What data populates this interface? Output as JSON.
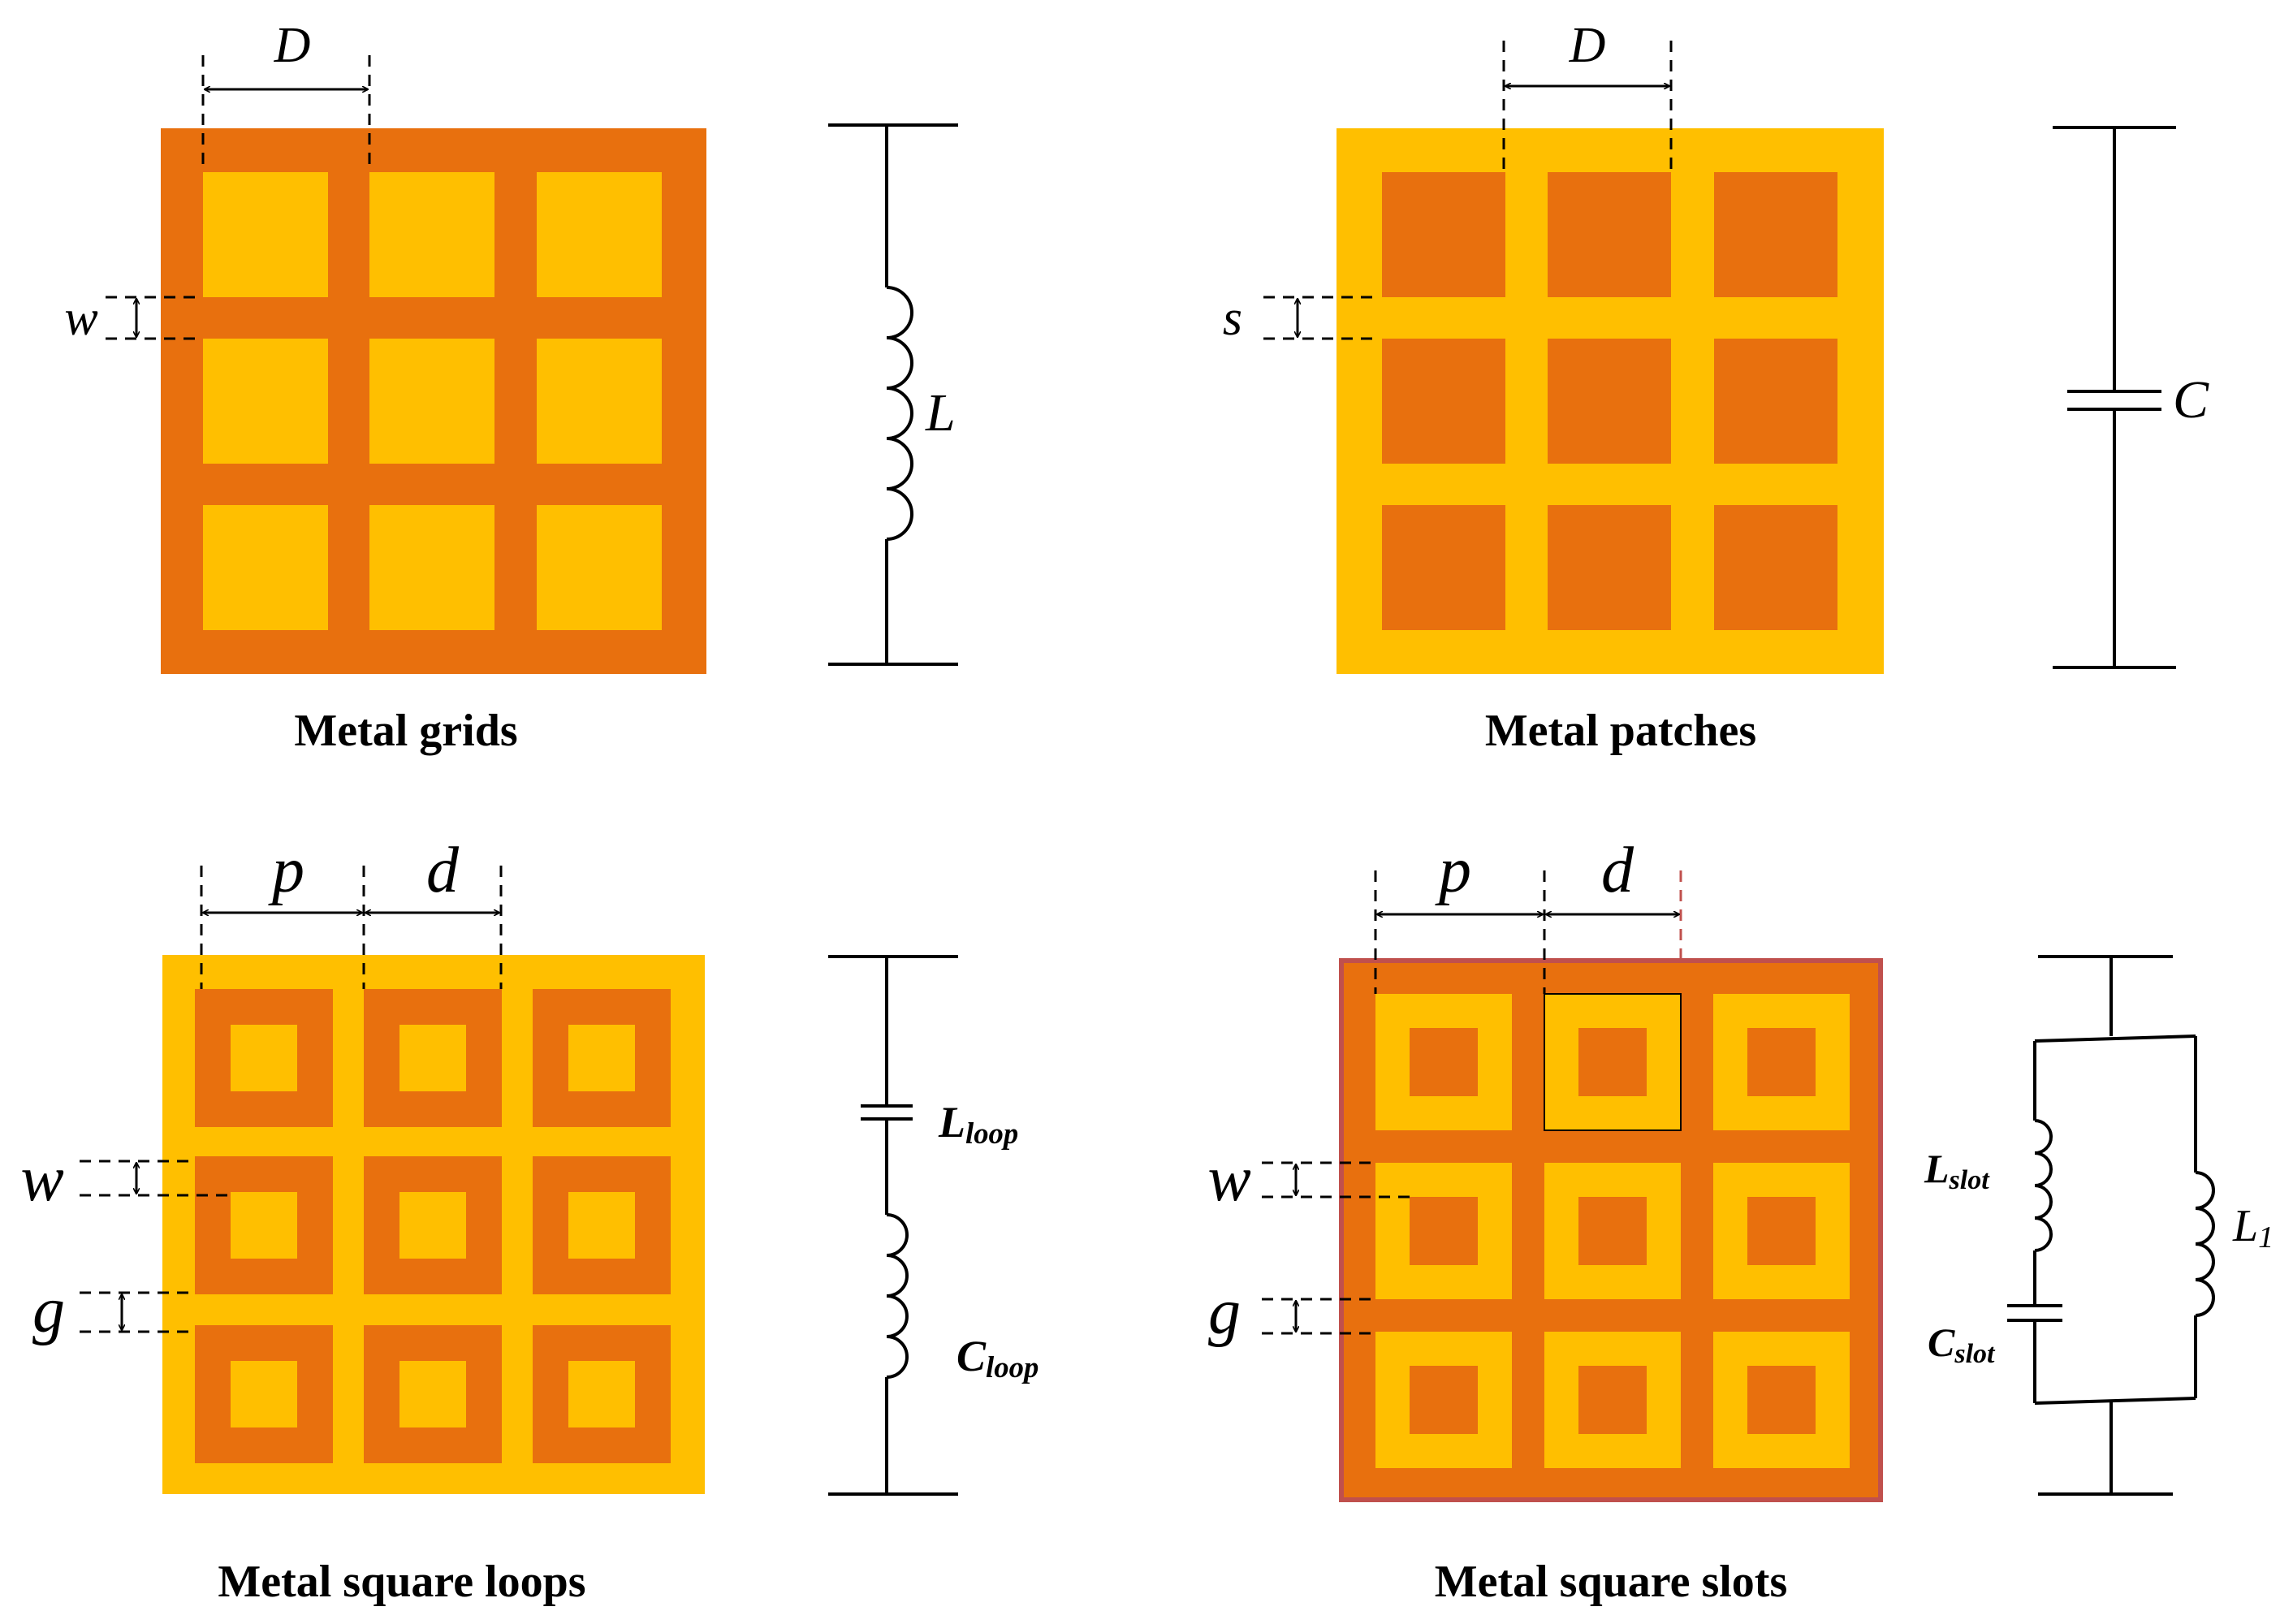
{
  "colors": {
    "dark_orange": "#E8700E",
    "gold": "#FFBF00",
    "slot_border": "#C0504D",
    "line": "#000000"
  },
  "panels": {
    "grids": {
      "caption": "Metal grids",
      "dim_D": "D",
      "dim_w": "w",
      "component": "L"
    },
    "patches": {
      "caption": "Metal patches",
      "dim_D": "D",
      "dim_s": "s",
      "component": "C"
    },
    "loops": {
      "caption": "Metal square loops",
      "dim_p": "p",
      "dim_d": "d",
      "dim_w": "w",
      "dim_g": "g",
      "comp1_main": "L",
      "comp1_sub": "loop",
      "comp2_main": "C",
      "comp2_sub": "loop"
    },
    "slots": {
      "caption": "Metal square slots",
      "dim_p": "p",
      "dim_d": "d",
      "dim_w": "w",
      "dim_g": "g",
      "comp1_main": "L",
      "comp1_sub": "slot",
      "comp2_main": "C",
      "comp2_sub": "slot",
      "comp3_main": "L",
      "comp3_sub": "1"
    }
  }
}
